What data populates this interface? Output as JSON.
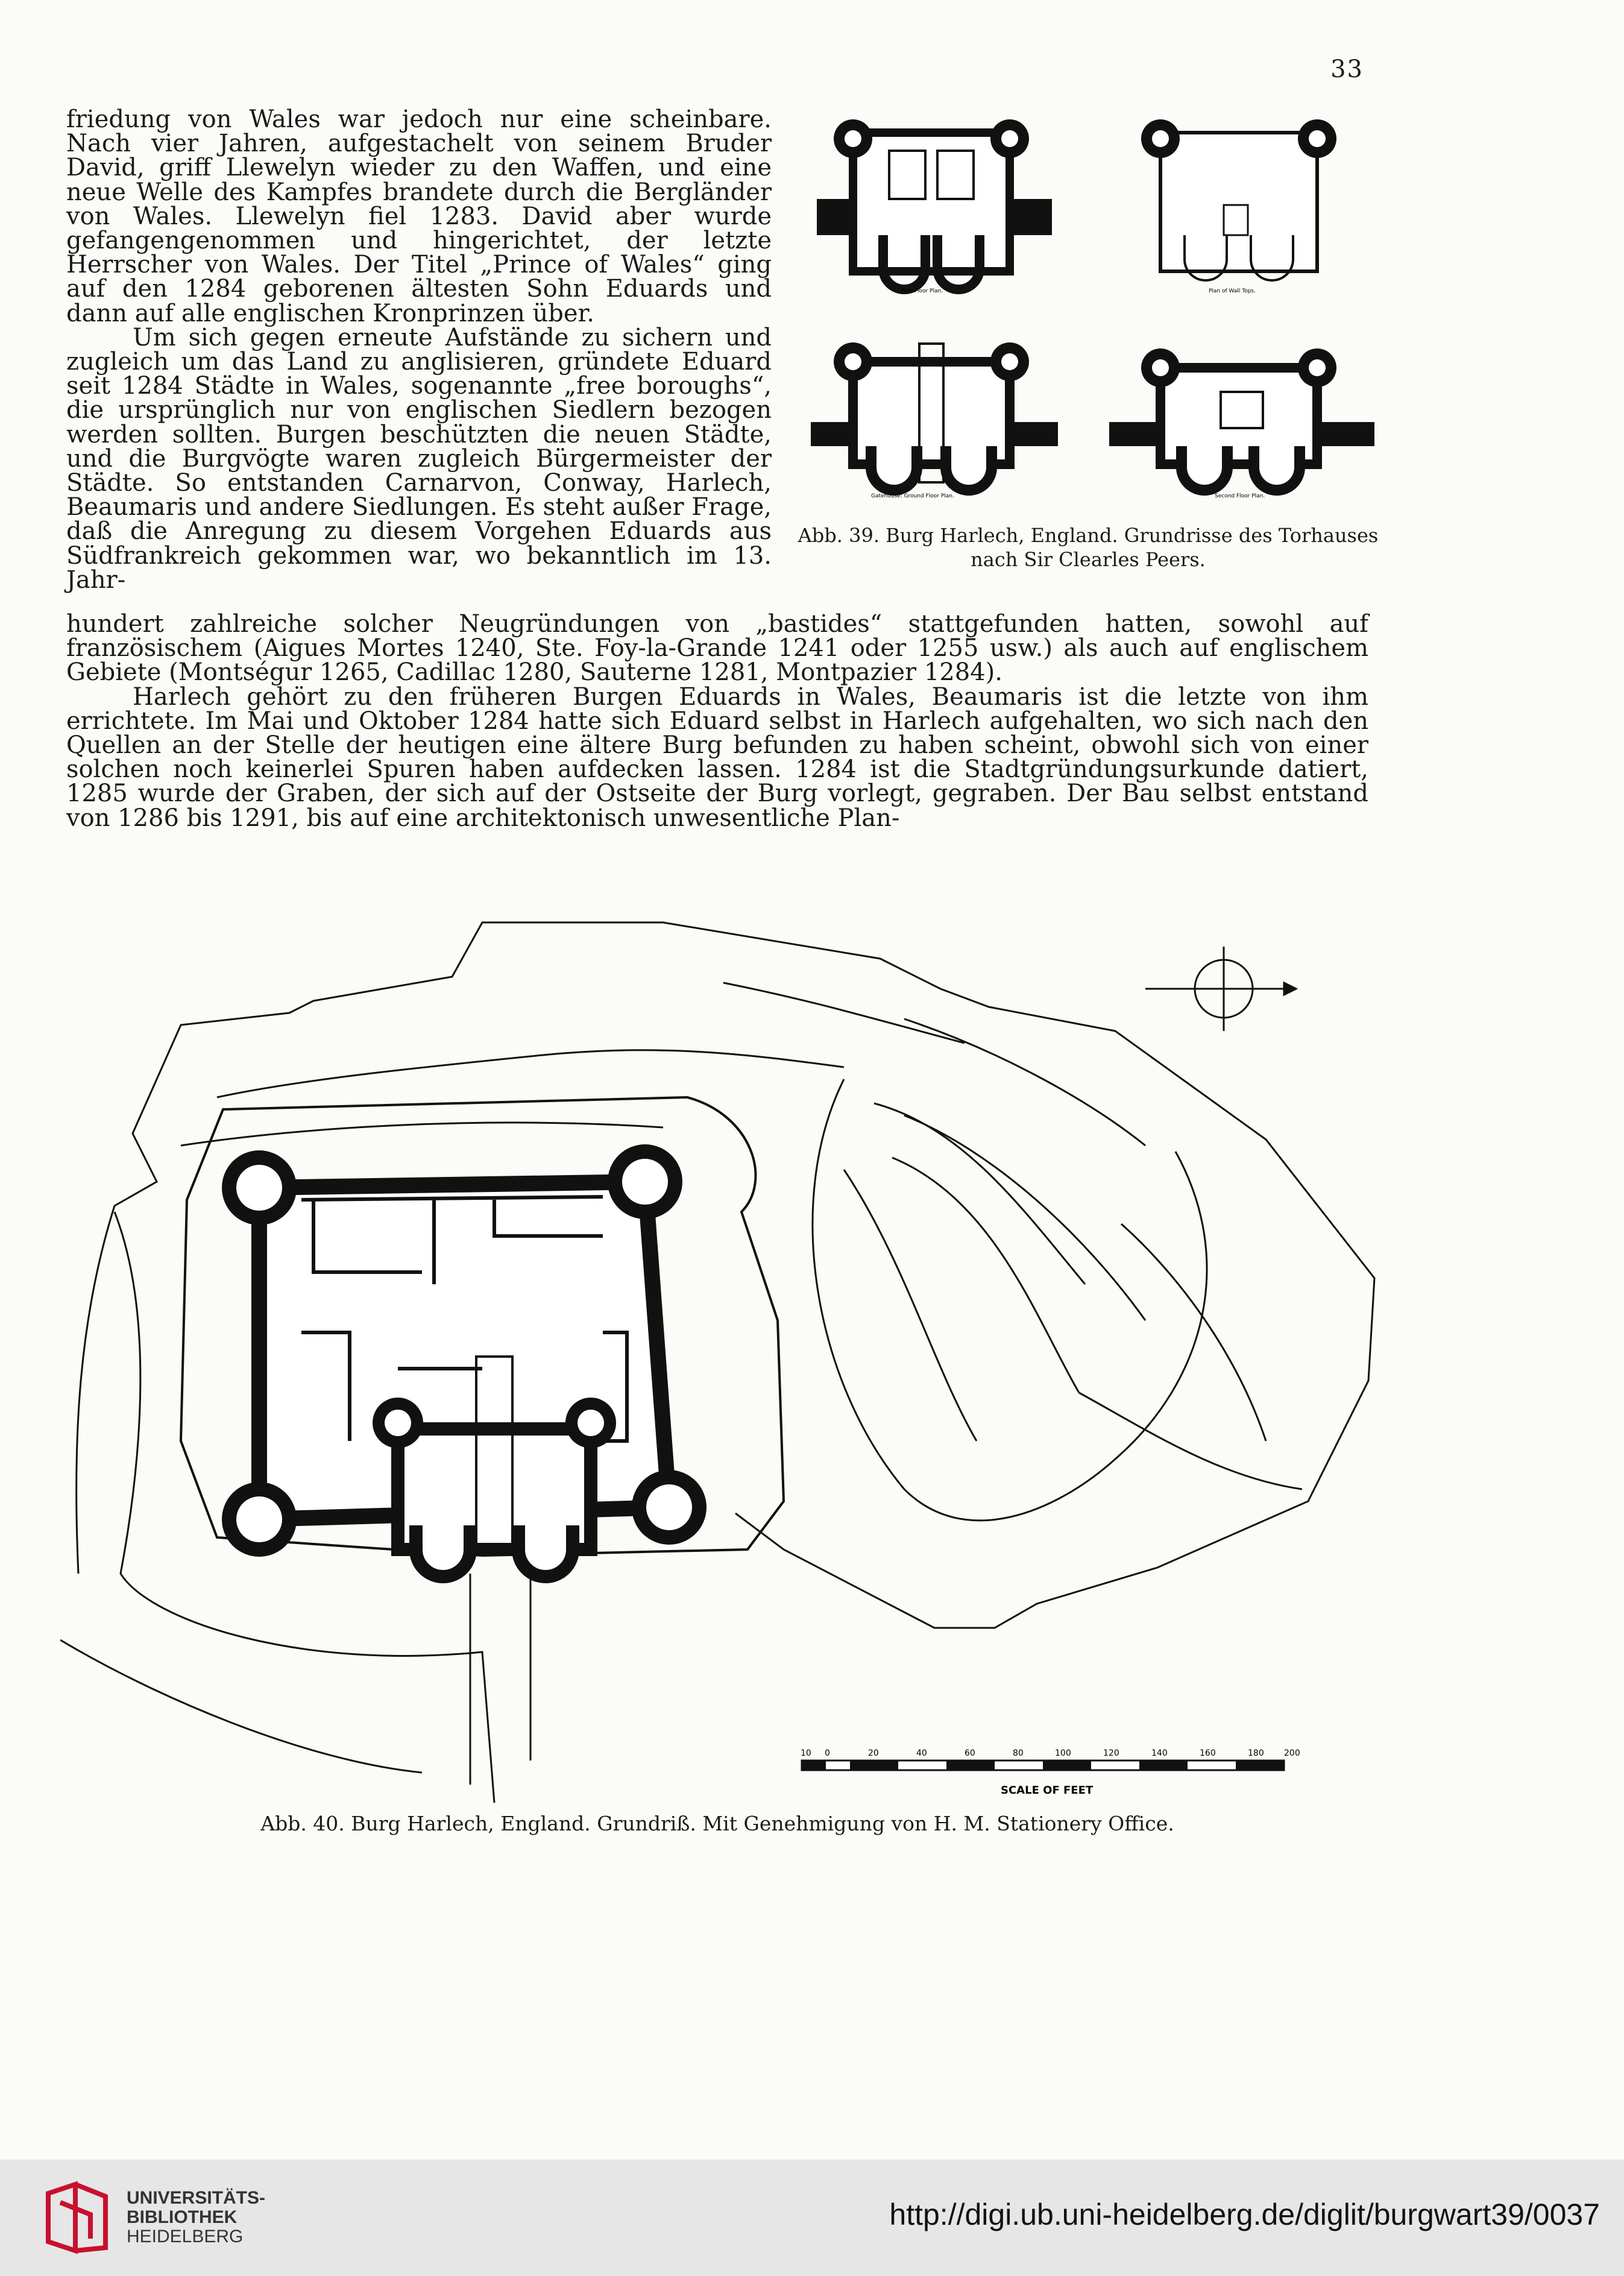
{
  "page": {
    "number": "33"
  },
  "body": {
    "para1": "friedung von Wales war jedoch nur eine scheinbare. Nach vier Jahren, aufgestachelt von seinem Bruder David, griff Llewelyn wieder zu den Waffen, und eine neue Welle des Kampfes brandete durch die Bergländer von Wales. Llewelyn fiel 1283. David aber wurde gefangengenommen und hingerichtet, der letzte Herrscher von Wales. Der Titel „Prince of Wales“ ging auf den 1284 geborenen ältesten Sohn Eduards und dann auf alle englischen Kronprinzen über.",
    "para2_col": "Um sich gegen erneute Aufstände zu sichern und zugleich um das Land zu anglisieren, gründete Eduard seit 1284 Städte in Wales, sogenannte „free boroughs“, die ursprünglich nur von englischen Siedlern bezogen werden sollten. Burgen beschützten die neuen Städte, und die Burgvögte waren zugleich Bürgermeister der Städte. So entstanden Carnarvon, Conway, Harlech, Beaumaris und andere Siedlungen. Es steht außer Frage, daß die Anregung zu diesem Vorgehen Eduards aus Südfrankreich gekommen war, wo bekanntlich im 13. Jahr-",
    "para2_full": "hundert zahlreiche solcher Neugründungen von „bastides“ stattgefunden hatten, sowohl auf französischem (Aigues Mortes 1240, Ste. Foy-la-Grande 1241 oder 1255 usw.) als auch auf englischem Gebiete (Montségur 1265, Cadillac 1280, Sauterne 1281, Montpazier 1284).",
    "para3": "Harlech gehört zu den früheren Burgen Eduards in Wales, Beaumaris ist die letzte von ihm errichtete. Im Mai und Oktober 1284 hatte sich Eduard selbst in Harlech aufgehalten, wo sich nach den Quellen an der Stelle der heutigen eine ältere Burg befunden zu haben scheint, obwohl sich von einer solchen noch keinerlei Spuren haben aufdecken lassen. 1284 ist die Stadtgründungsurkunde datiert, 1285 wurde der Graben, der sich auf der Ostseite der Burg vorlegt, gegraben. Der Bau selbst entstand von 1286 bis 1291, bis auf eine architektonisch unwesentliche Plan-"
  },
  "figure39": {
    "plan_labels": [
      "First Floor Plan.",
      "Plan of Wall Tops.",
      "Gatehouse: Ground Floor Plan.",
      "Second Floor Plan."
    ],
    "caption": "Abb. 39. Burg Harlech, England. Grundrisse des Torhauses\nnach Sir Clearles Peers."
  },
  "figure40": {
    "scale_ticks": [
      "10",
      "0",
      "20",
      "40",
      "60",
      "80",
      "100",
      "120",
      "140",
      "160",
      "180",
      "200"
    ],
    "scale_label": "SCALE OF FEET",
    "caption": "Abb. 40. Burg Harlech, England. Grundriß. Mit Genehmigung von H. M. Stationery Office."
  },
  "footer": {
    "logo_lines": [
      "UNIVERSITÄTS-",
      "BIBLIOTHEK",
      "HEIDELBERG"
    ],
    "url": "http://digi.ub.uni-heidelberg.de/diglit/burgwart39/0037",
    "brand_color": "#c8102e"
  }
}
